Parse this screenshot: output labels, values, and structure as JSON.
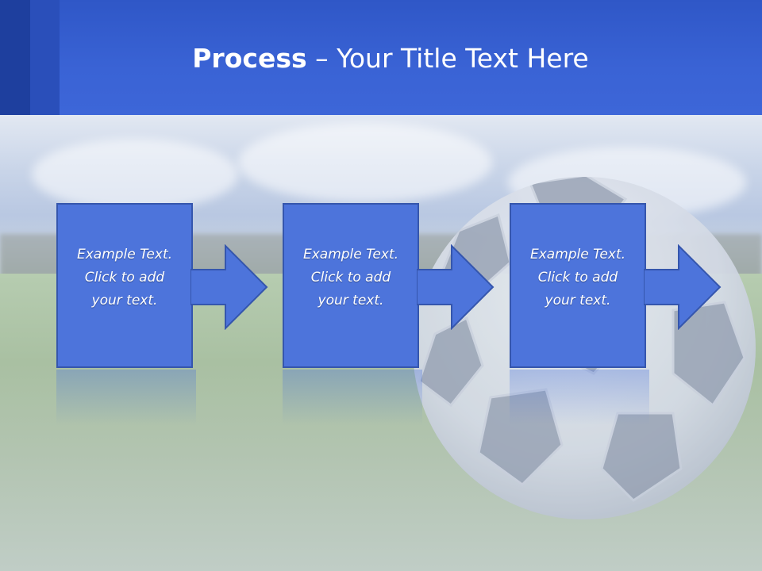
{
  "slide": {
    "title_bold": "Process",
    "title_rest": " – Your Title Text Here"
  },
  "steps": [
    {
      "line1": "Example Text.",
      "line2": "Click  to add",
      "line3": "your text."
    },
    {
      "line1": "Example Text.",
      "line2": "Click  to add",
      "line3": "your text."
    },
    {
      "line1": "Example Text.",
      "line2": "Click  to add",
      "line3": "your text."
    }
  ],
  "colors": {
    "header": "#3a63d5",
    "box_fill": "#4d74db",
    "box_border": "#3556ad"
  }
}
